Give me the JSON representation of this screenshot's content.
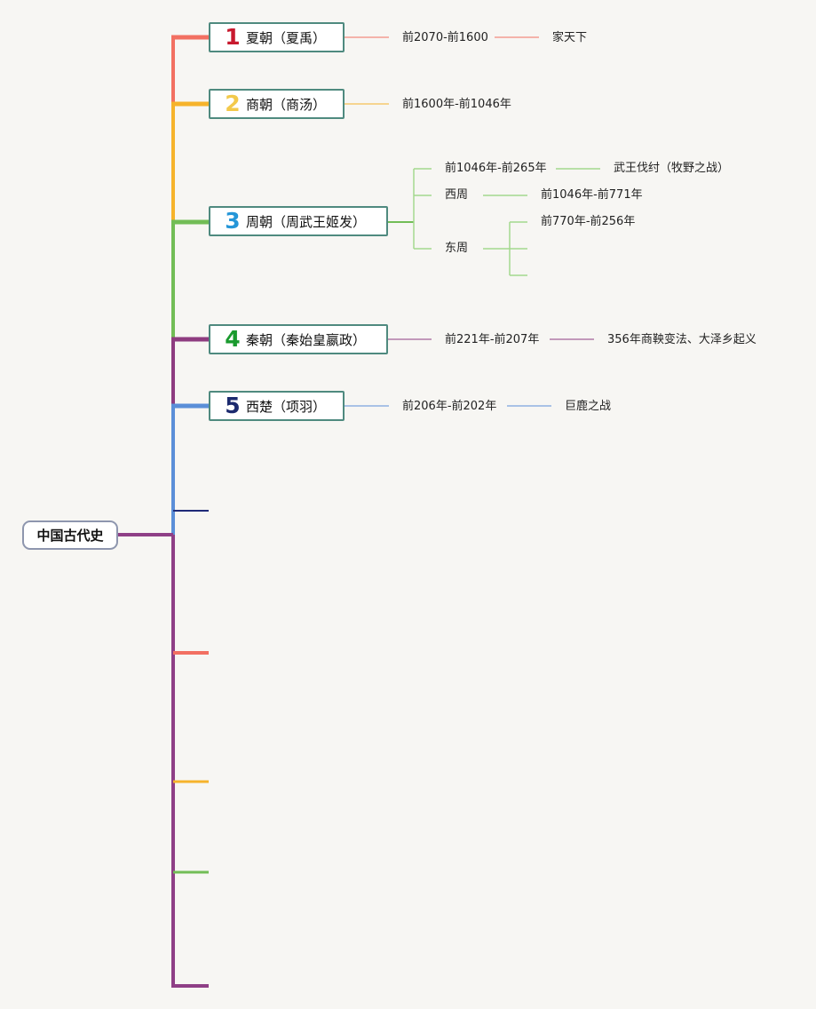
{
  "root": {
    "label": "中国古代史"
  },
  "colors": {
    "xia": "#f27062",
    "shang": "#f6b32b",
    "zhou": "#72bd56",
    "qin": "#8e3c80",
    "xichu": "#5b8fd8",
    "navy": "#1f2a78",
    "zhou_light": "#a4d88e",
    "trunk_bottom": "#8f3f86"
  },
  "dynasties": [
    {
      "number": "1",
      "number_color": "#c8192e",
      "label": "夏朝（夏禹）",
      "period": "前2070-前1600",
      "detail": "家天下"
    },
    {
      "number": "2",
      "number_color": "#f3c94b",
      "label": "商朝（商汤）",
      "period": "前1600年-前1046年"
    },
    {
      "number": "3",
      "number_color": "#2596d8",
      "label": "周朝（周武王姬发）",
      "children": [
        {
          "label": "前1046年-前265年",
          "detail": "武王伐纣（牧野之战）"
        },
        {
          "label": "西周",
          "detail": "前1046年-前771年"
        },
        {
          "label": "东周",
          "detail": "前770年-前256年"
        }
      ]
    },
    {
      "number": "4",
      "number_color": "#1a9a2e",
      "label": "秦朝（秦始皇嬴政）",
      "period": "前221年-前207年",
      "detail": "356年商鞅变法、大泽乡起义"
    },
    {
      "number": "5",
      "number_color": "#1c2a6e",
      "label": "西楚（项羽）",
      "period": "前206年-前202年",
      "detail": "巨鹿之战"
    }
  ]
}
